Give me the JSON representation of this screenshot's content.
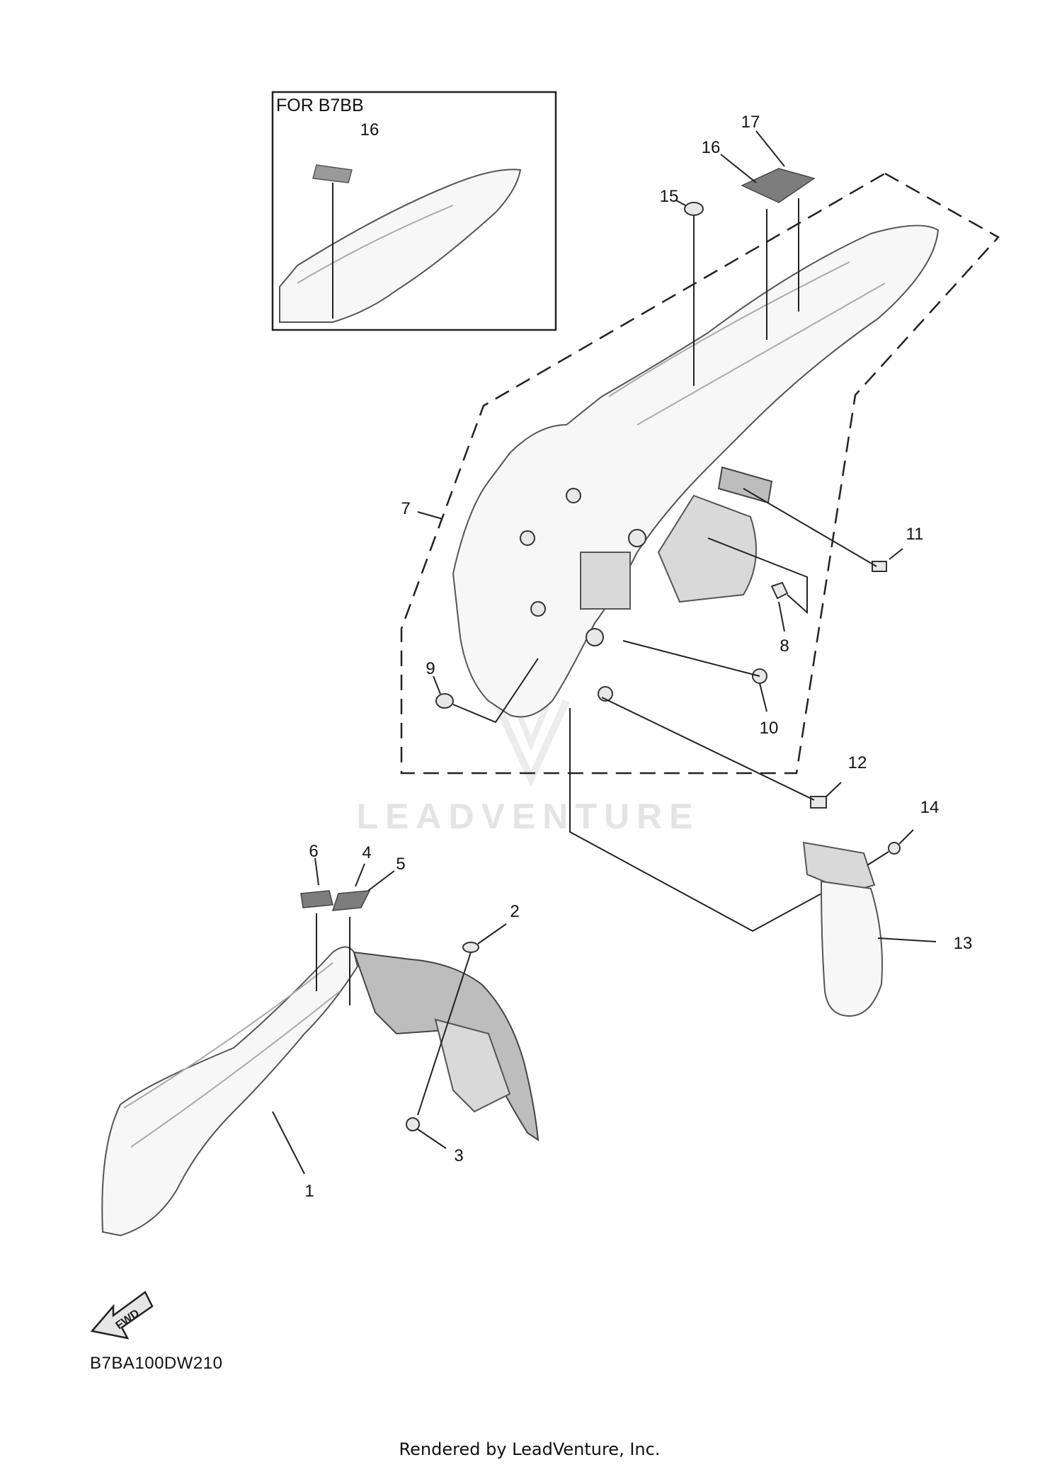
{
  "inset": {
    "title": "FOR B7BB",
    "callout": "16"
  },
  "callouts": {
    "p1": "1",
    "p2": "2",
    "p3": "3",
    "p4": "4",
    "p5": "5",
    "p6": "6",
    "p7": "7",
    "p8": "8",
    "p9": "9",
    "p10": "10",
    "p11": "11",
    "p12": "12",
    "p13": "13",
    "p14": "14",
    "p15": "15",
    "p16": "16",
    "p17": "17"
  },
  "watermark": "LEADVENTURE",
  "direction_badge": "FWD",
  "diagram_code": "B7BA100DW210",
  "credit": "Rendered by LeadVenture, Inc."
}
